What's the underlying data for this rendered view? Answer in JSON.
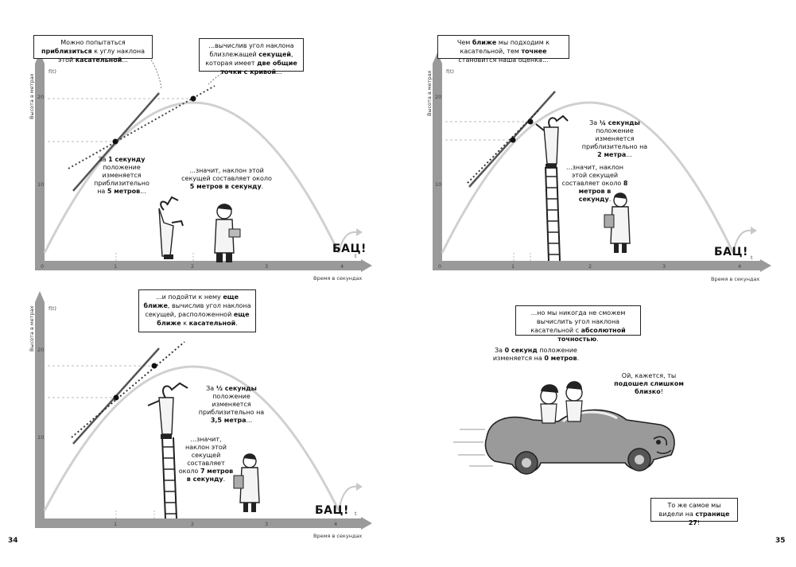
{
  "page_left": "34",
  "page_right": "35",
  "axis": {
    "x_label": "Время в секундах",
    "y_label": "Высота в метрах",
    "f_label": "f(t)",
    "t_label": "t",
    "x_ticks": [
      "0",
      "1",
      "2",
      "3",
      "4"
    ],
    "y_ticks": [
      "10",
      "20"
    ]
  },
  "bang": "БАЦ!",
  "panel1": {
    "box1": {
      "pre": "Можно попытаться ",
      "b1": "приблизиться",
      "mid": " к углу наклона этой ",
      "b2": "касательной",
      "post": "..."
    },
    "box2": {
      "pre": "...вычислив угол наклона близлежащей ",
      "b1": "секущей",
      "mid": ", которая имеет ",
      "b2": "две общие точки с кривой",
      "post": "..."
    },
    "text1": {
      "pre": "За ",
      "b1": "1 секунду",
      "mid": " положение изменяется приблизительно на ",
      "b2": "5 метров",
      "post": "..."
    },
    "text2": {
      "pre": "...значит, наклон этой секущей составляет около ",
      "b1": "5 метров в секунду",
      "post": "."
    }
  },
  "panel2": {
    "box1": {
      "pre": "Чем ",
      "b1": "ближе",
      "mid": " мы подходим к касательной, тем ",
      "b2": "точнее",
      "post": " становится наша оценка..."
    },
    "text1": {
      "pre": "За ",
      "b1": "¼ секунды",
      "mid": " положение изменяется приблизительно на ",
      "b2": "2 метра",
      "post": "..."
    },
    "text2": {
      "pre": "...значит, наклон этой секущей составляет около ",
      "b1": "8 метров в секунду",
      "post": "."
    }
  },
  "panel3": {
    "box1": {
      "pre": "...и подойти к нему ",
      "b1": "еще ближе",
      "mid": ", вычислив угол наклона секущей, расположенной ",
      "b2": "еще ближе",
      "mid2": " к ",
      "b3": "касательной",
      "post": "."
    },
    "text1": {
      "pre": "За ",
      "b1": "½ секунды",
      "mid": " положение изменяется приблизительно на ",
      "b2": "3,5 метра",
      "post": "..."
    },
    "text2": {
      "pre": "...значит, наклон этой секущей составляет около ",
      "b1": "7 метров в секунду",
      "post": "."
    }
  },
  "panel4": {
    "box1": {
      "pre": "...но мы никогда не сможем вычислить угол наклона касательной с ",
      "b1": "абсолютной точностью",
      "post": "."
    },
    "text1": {
      "pre": "За ",
      "b1": "0 секунд",
      "mid": " положение изменяется на ",
      "b2": "0 метров",
      "post": "."
    },
    "text2": {
      "pre": "Ой, кажется, ты ",
      "b1": "подошел слишком близко",
      "post": "!"
    },
    "box2": {
      "pre": "То же самое мы видели на ",
      "b1": "странице 27",
      "post": "!"
    }
  }
}
